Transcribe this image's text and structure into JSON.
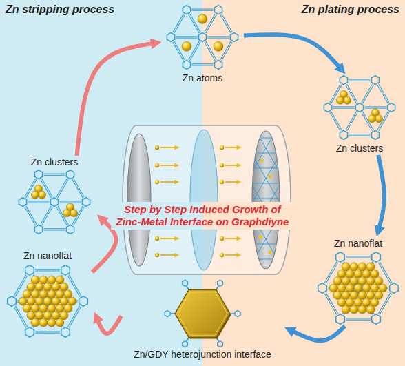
{
  "diagram": {
    "nodes": [
      {
        "text": [
          "Zn atoms"
        ]
      },
      {
        "text": [
          "Zn clusters"
        ]
      },
      {
        "text": [
          "Zn clusters"
        ]
      },
      {
        "text": [
          "Step by Step Induced Growth of Zinc-Metal Interface on Graphdiyne"
        ]
      },
      {
        "text": [
          "Zn nanoflat"
        ]
      },
      {
        "text": [
          "Zn nanoflat"
        ]
      },
      {
        "text": [
          "Zn/GDY heterojunction interface"
        ]
      }
    ],
    "edges": [
      {
        "from": 0,
        "to": 2,
        "arrow": "to"
      },
      {
        "from": 2,
        "to": 5,
        "arrow": "to"
      },
      {
        "from": 5,
        "to": 6,
        "arrow": "to"
      },
      {
        "from": 6,
        "to": 4,
        "arrow": "to"
      },
      {
        "from": 4,
        "to": 1,
        "arrow": "to"
      },
      {
        "from": 1,
        "to": 0,
        "arrow": "to"
      }
    ],
    "labels": [
      "Zn stripping process",
      "Zn plating process"
    ]
  }
}
